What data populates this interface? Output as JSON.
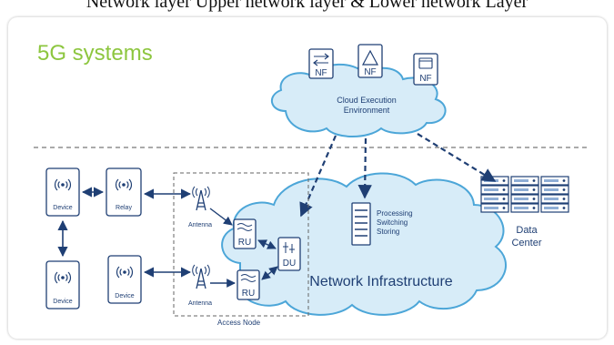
{
  "caption": "Network layer Upper network layer & Lower network Layer",
  "slide": {
    "title": "5G systems",
    "title_color": "#8dc63f",
    "accent_color": "#1f3f74",
    "cloud_fill": "#d7ecf8",
    "cloud_stroke": "#4ca6d8"
  },
  "cloud_execution": {
    "label_line1": "Cloud Execution",
    "label_line2": "Environment",
    "nf_label": "NF"
  },
  "network_infrastructure": {
    "label": "Network Infrastructure",
    "processing": [
      "Processing",
      "Switching",
      "Storing"
    ]
  },
  "data_center": {
    "label_line1": "Data",
    "label_line2": "Center"
  },
  "device_label": "Device",
  "relay_label": "Relay",
  "antenna_label": "Antenna",
  "ru_label": "RU",
  "du_label": "DU",
  "access_node_label": "Access Node"
}
